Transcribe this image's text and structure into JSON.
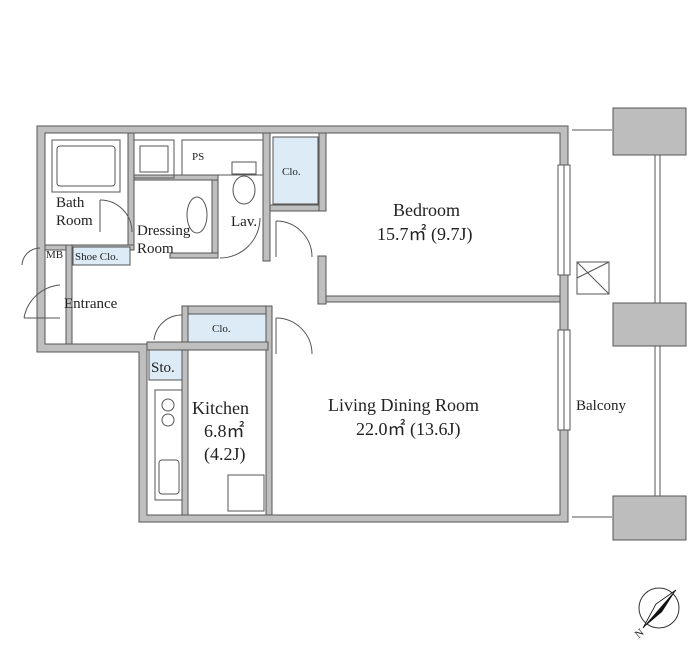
{
  "rooms": {
    "bath": {
      "line1": "Bath",
      "line2": "Room"
    },
    "dressing": {
      "line1": "Dressing",
      "line2": "Room"
    },
    "ps": "PS",
    "lav": "Lav.",
    "clo_top": "Clo.",
    "bedroom": {
      "name": "Bedroom",
      "area": "15.7㎡ (9.7J)"
    },
    "mb": "MB",
    "shoe_clo": "Shoe Clo.",
    "entrance": "Entrance",
    "clo_mid": "Clo.",
    "sto": "Sto.",
    "kitchen": {
      "name": "Kitchen",
      "area": "6.8㎡",
      "area_j": "(4.2J)"
    },
    "living": {
      "name": "Living Dining Room",
      "area": "22.0㎡ (13.6J)"
    },
    "balcony": "Balcony"
  },
  "compass": {
    "label": "N"
  }
}
